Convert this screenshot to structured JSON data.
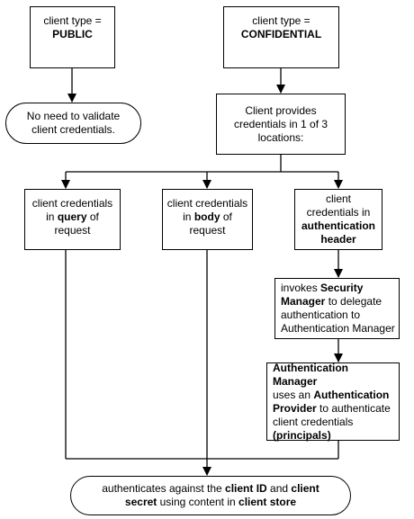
{
  "nodes": {
    "public": {
      "a": "client type =",
      "b": "PUBLIC"
    },
    "confidential": {
      "a": "client type =",
      "b": "CONFIDENTIAL"
    },
    "no_validate": {
      "a": "No need to validate",
      "b": "client credentials."
    },
    "provides": {
      "a": "Client provides",
      "b": "credentials in 1 of 3",
      "c": "locations:"
    },
    "query": {
      "a": "client credentials",
      "b": "in ",
      "c": "query",
      "d": " of",
      "e": "request"
    },
    "body": {
      "a": "client credentials",
      "b": "in ",
      "c": "body",
      "d": " of",
      "e": "request"
    },
    "header": {
      "a": "client",
      "b": "credentials in",
      "c": "authentication",
      "d": "header"
    },
    "security": {
      "a": "invokes ",
      "b": "Security",
      "c": "Manager",
      "d": " to delegate",
      "e": "authentication to",
      "f": "Authentication Manager"
    },
    "auth_manager": {
      "a": "Authentication Manager",
      "b": "uses an ",
      "c": "Authentication",
      "d": "Provider",
      "e": " to authenticate",
      "f": "client credentials",
      "g": "(",
      "h": "principals",
      "i": ")"
    },
    "final": {
      "a": "authenticates against the ",
      "b": "client ID",
      "c": " and ",
      "d": "client",
      "e": "secret",
      "f": " using content in ",
      "g": "client store"
    }
  }
}
